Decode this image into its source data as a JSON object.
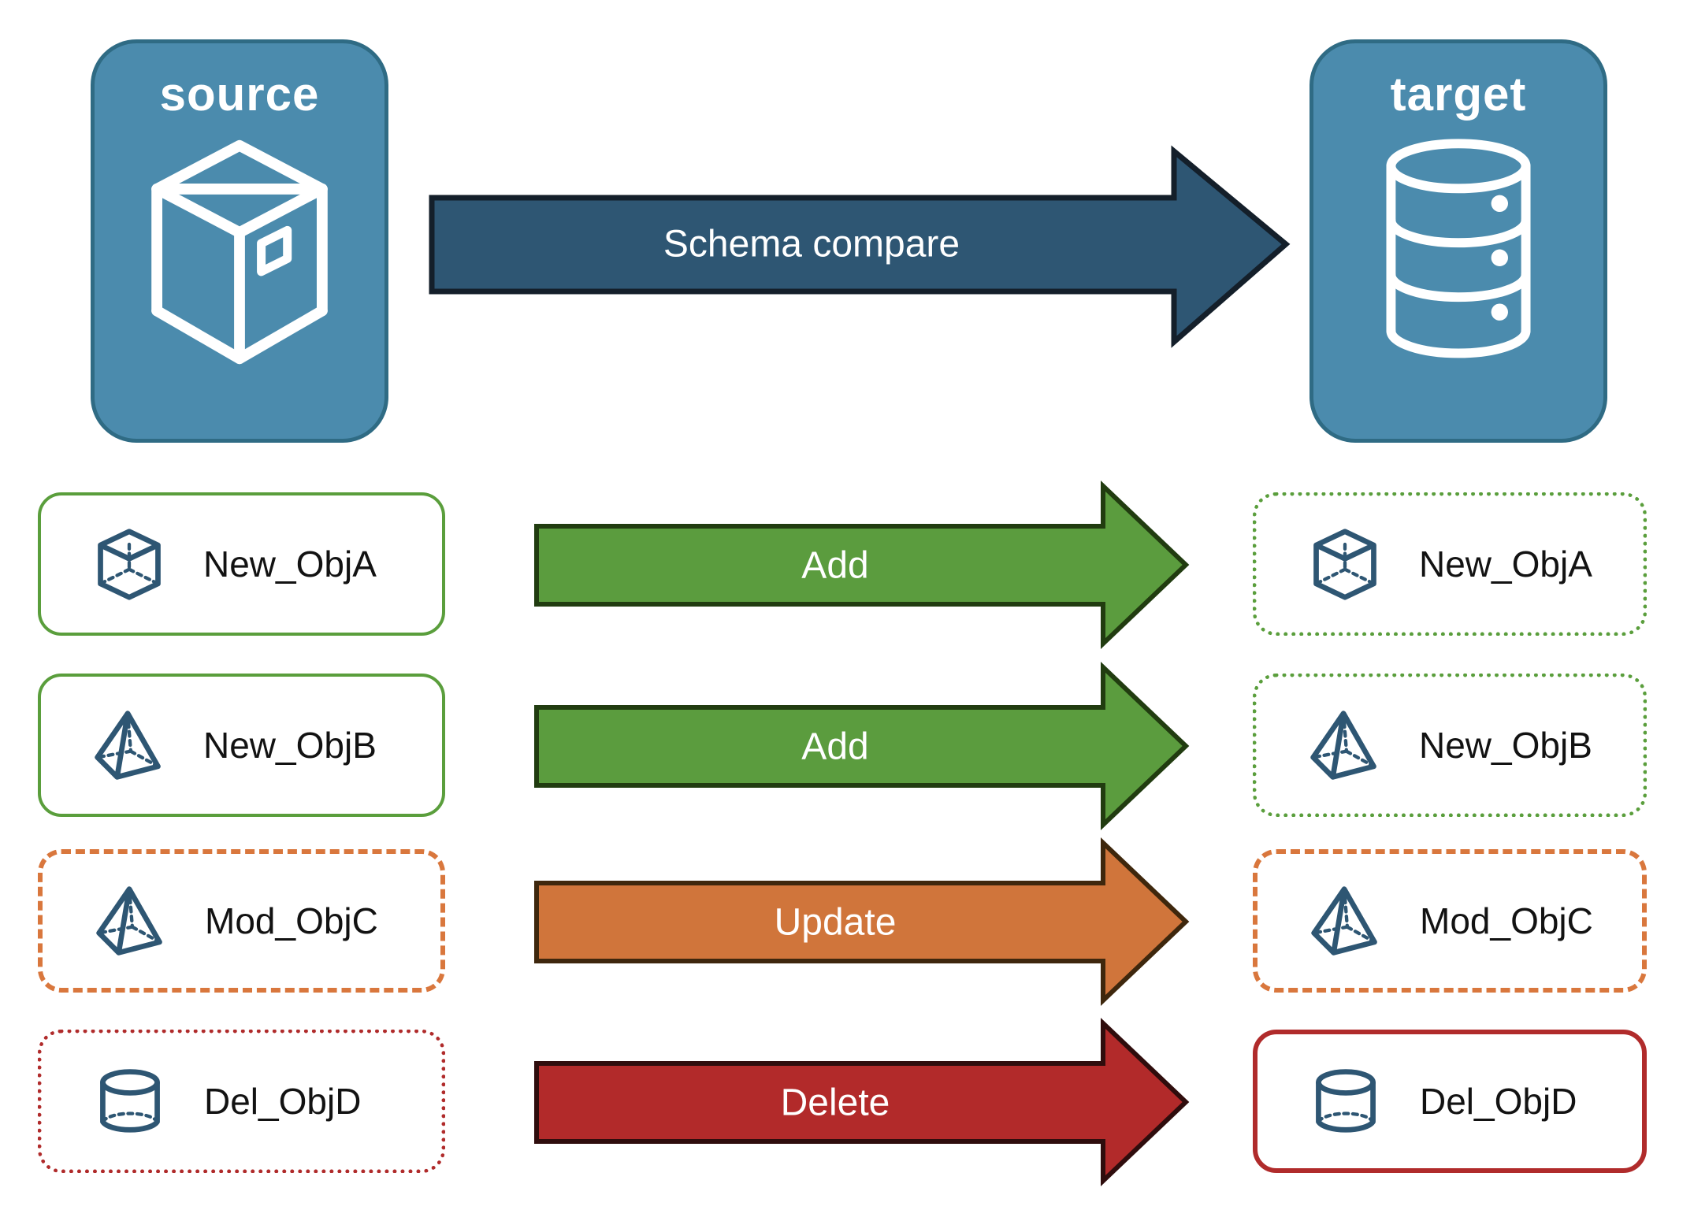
{
  "diagram": {
    "source": {
      "label": "source"
    },
    "target": {
      "label": "target"
    },
    "compare_arrow": {
      "label": "Schema compare",
      "fill": "#2e5673",
      "stroke": "#141f2a"
    },
    "colors": {
      "node_fill": "#4b8bad",
      "node_border": "#2f6b84",
      "object_icon_blue": "#2e5673",
      "add_green": "#5b9c3e",
      "update_orange": "#d0753b",
      "delete_red": "#b22a2a",
      "box_green": "#5a9e3c",
      "box_orange": "#d9773d",
      "box_red": "#b02b2b"
    },
    "rows": [
      {
        "label": "New_ObjA",
        "icon": "cube-icon",
        "action": "Add",
        "arrow_fill": "#5b9c3e",
        "arrow_stroke": "#213c10",
        "source_border": "solid green",
        "target_border": "dotted green"
      },
      {
        "label": "New_ObjB",
        "icon": "pyramid-icon",
        "action": "Add",
        "arrow_fill": "#5b9c3e",
        "arrow_stroke": "#213c10",
        "source_border": "solid green",
        "target_border": "dotted green"
      },
      {
        "label": "Mod_ObjC",
        "icon": "pyramid-icon",
        "action": "Update",
        "arrow_fill": "#d0753b",
        "arrow_stroke": "#3e270d",
        "source_border": "dashed orange",
        "target_border": "dashed orange"
      },
      {
        "label": "Del_ObjD",
        "icon": "cylinder-icon",
        "action": "Delete",
        "arrow_fill": "#b22a2a",
        "arrow_stroke": "#2f0d0d",
        "source_border": "dotted red",
        "target_border": "solid red"
      }
    ]
  }
}
